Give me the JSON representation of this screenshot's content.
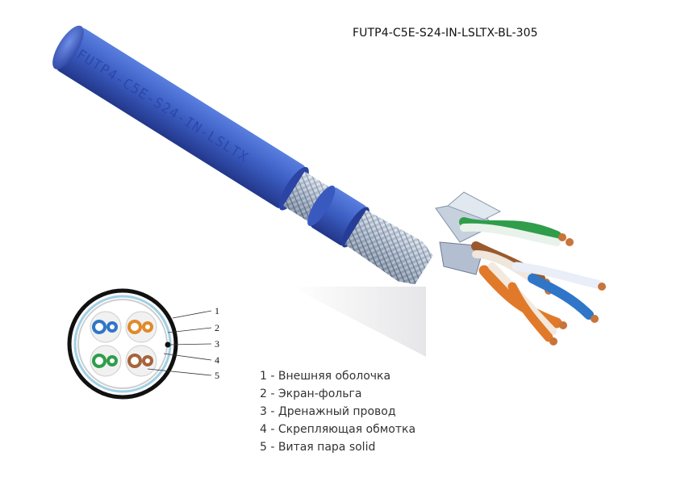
{
  "product": {
    "part_number": "FUTP4-C5E-S24-IN-LSLTX-BL-305",
    "jacket_print": "FUTP4-C5E-S24-IN-LSLTX"
  },
  "cross_section": {
    "callouts": [
      "1",
      "2",
      "3",
      "4",
      "5"
    ]
  },
  "legend": [
    "1 - Внешняя оболочка",
    "2 - Экран-фольга",
    "3 - Дренажный провод",
    "4 - Скрепляющая обмотка",
    "5 - Витая пара solid"
  ],
  "colors": {
    "jacket_blue": "#3d5fc4",
    "jacket_dark": "#2a43a0",
    "foil_silver": "#b9c4d4",
    "pair_blue": "#2f76c8",
    "pair_orange": "#e07a2a",
    "pair_green": "#2f9d4a",
    "pair_brown": "#9a5a2e",
    "copper": "#c8743a"
  },
  "icons": {
    "cable": "cable-photo-icon",
    "cross_section": "cable-cross-section-icon"
  }
}
